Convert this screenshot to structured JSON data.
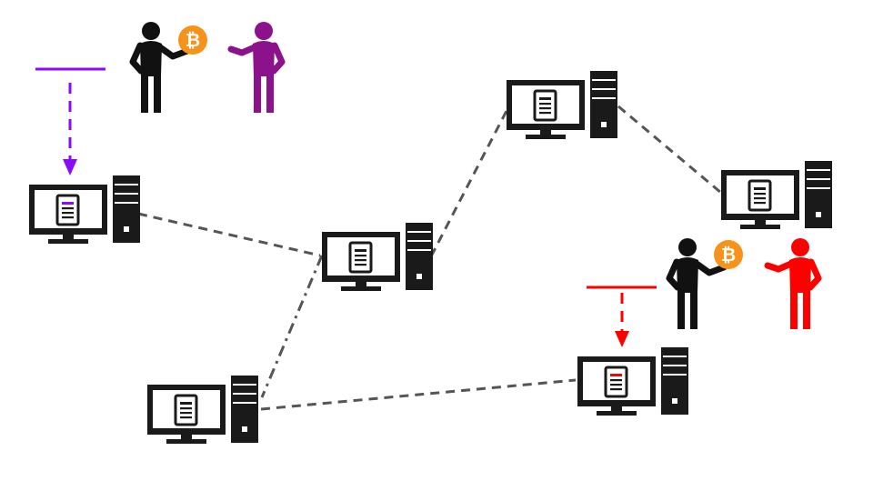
{
  "diagram": {
    "coin_symbol": "₿",
    "colors": {
      "background": "#ffffff",
      "device": "#1a1a1a",
      "screen": "#ffffff",
      "link": "#555555",
      "coin": "#f7931a",
      "coin_symbol": "#ffffff",
      "left_accent": "#8a0aff",
      "left_recipient": "#8b128b",
      "right_accent": "#ff0000",
      "right_recipient": "#ff0000",
      "sender": "#111111"
    },
    "nodes": [
      {
        "id": "node-left",
        "doc_mark": "purple"
      },
      {
        "id": "node-center",
        "doc_mark": "none"
      },
      {
        "id": "node-top",
        "doc_mark": "none"
      },
      {
        "id": "node-right",
        "doc_mark": "none"
      },
      {
        "id": "node-bottom-left",
        "doc_mark": "none"
      },
      {
        "id": "node-bottom-right",
        "doc_mark": "red"
      }
    ],
    "links": [
      {
        "from": "node-left",
        "to": "node-center",
        "style": "dashed"
      },
      {
        "from": "node-center",
        "to": "node-top",
        "style": "dashed"
      },
      {
        "from": "node-top",
        "to": "node-right",
        "style": "dashed"
      },
      {
        "from": "node-center",
        "to": "node-bottom-left",
        "style": "dash-dot"
      },
      {
        "from": "node-bottom-left",
        "to": "node-bottom-right",
        "style": "dashed"
      }
    ],
    "transactions": [
      {
        "id": "left",
        "accent": "purple",
        "target": "node-left"
      },
      {
        "id": "right",
        "accent": "red",
        "target": "node-bottom-right"
      }
    ]
  }
}
